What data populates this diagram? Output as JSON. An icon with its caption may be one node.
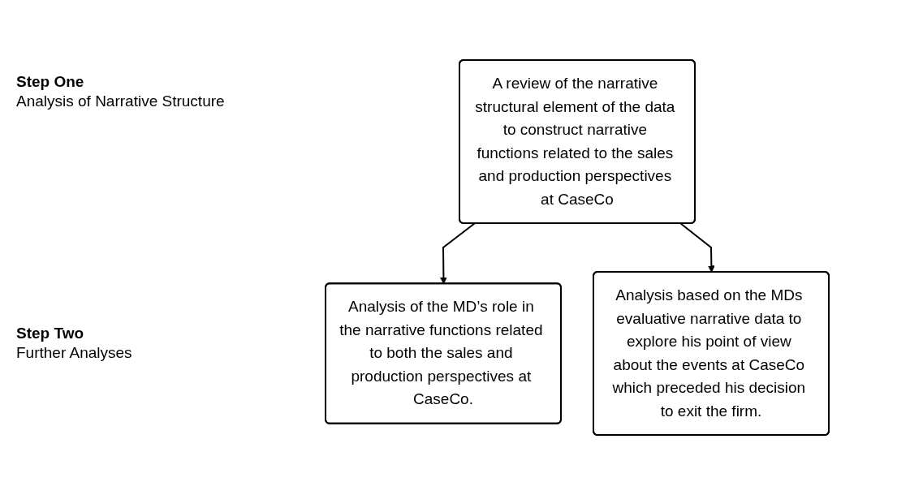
{
  "diagram": {
    "nodes": [
      {
        "text": [
          "A review of the narrative structural element of the data to construct narrative functions related to the sales and production perspectives at CaseCo"
        ]
      },
      {
        "text": [
          "Analysis of the MD’s role in the narrative functions related to both the sales and production perspectives at CaseCo."
        ]
      },
      {
        "text": [
          "Analysis based on the MDs evaluative narrative data to explore his point of view about the events at CaseCo which preceded his decision to exit the firm."
        ]
      }
    ],
    "edges": [
      {
        "from": 0,
        "to": 1,
        "arrow": "to"
      },
      {
        "from": 0,
        "to": 2,
        "arrow": "to"
      }
    ],
    "labels": [
      "Step One",
      "Analysis of Narrative Structure",
      "Step Two",
      "Further Analyses"
    ]
  }
}
